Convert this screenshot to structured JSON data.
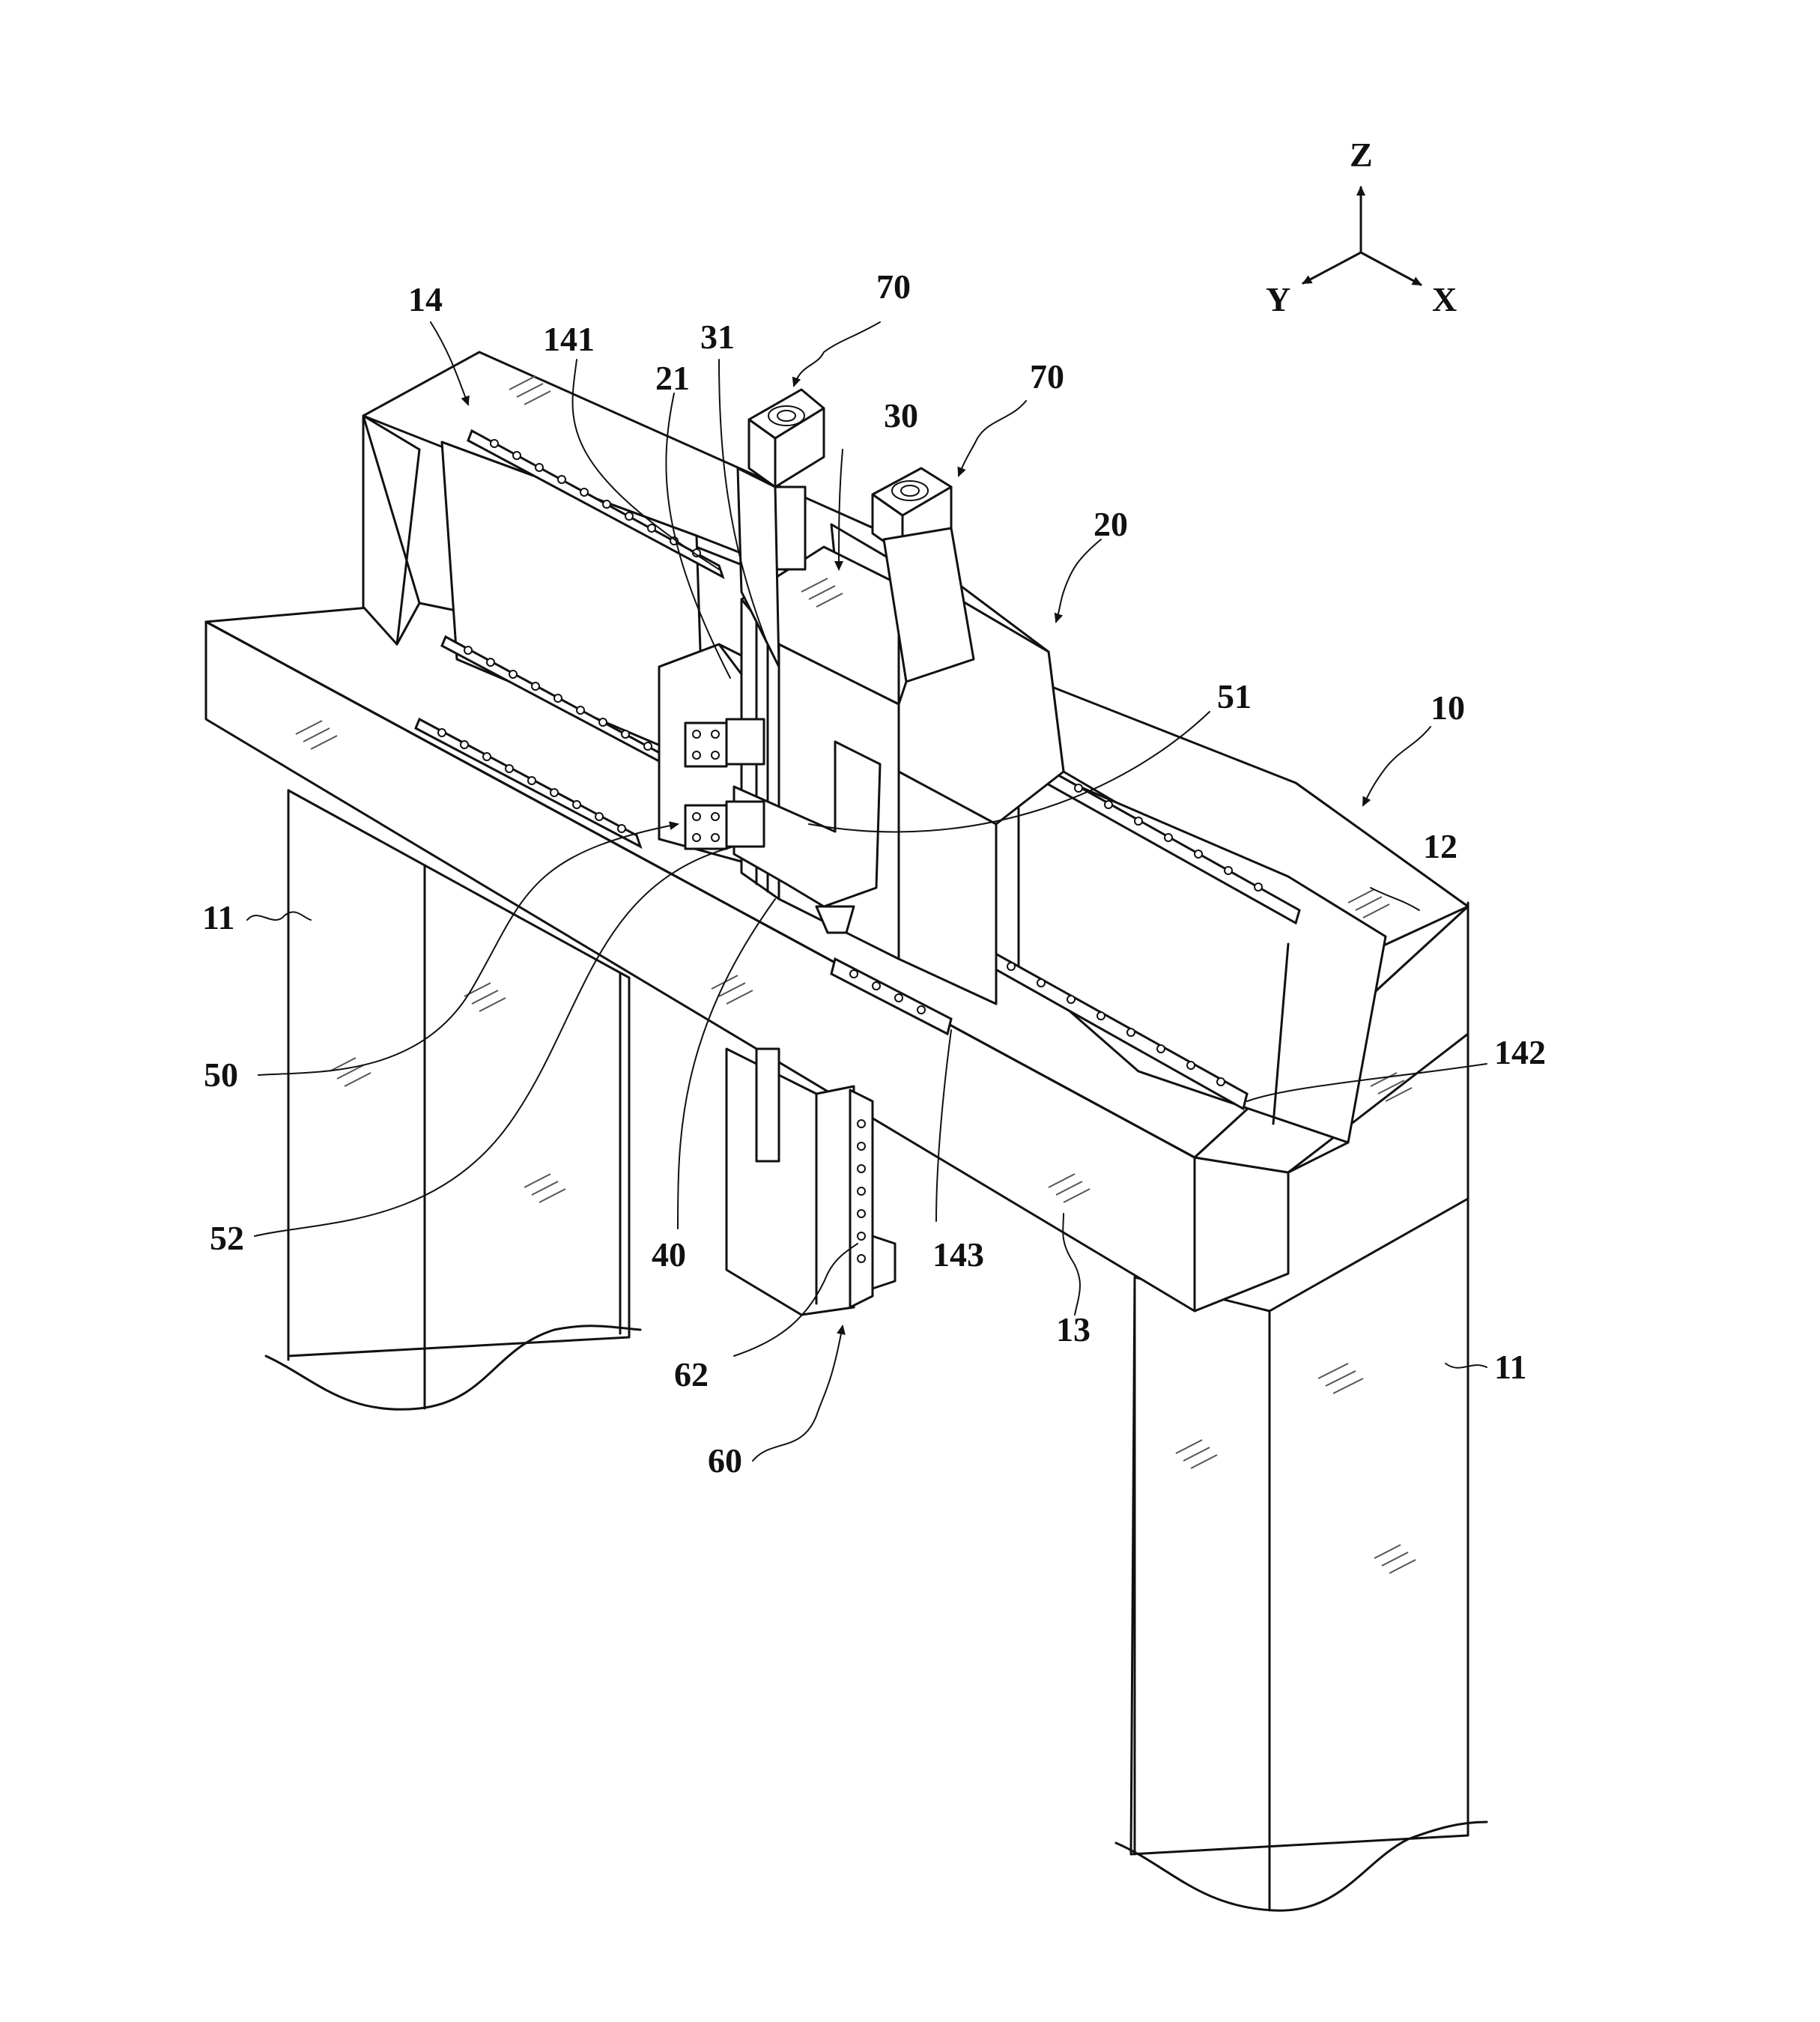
{
  "axes": {
    "z": "Z",
    "y": "Y",
    "x": "X"
  },
  "labels": {
    "l10": "10",
    "l11a": "11",
    "l11b": "11",
    "l12": "12",
    "l13": "13",
    "l14": "14",
    "l141": "141",
    "l142": "142",
    "l143": "143",
    "l20": "20",
    "l21": "21",
    "l30": "30",
    "l31": "31",
    "l40": "40",
    "l50": "50",
    "l51": "51",
    "l52": "52",
    "l60": "60",
    "l62": "62",
    "l70a": "70",
    "l70b": "70"
  }
}
